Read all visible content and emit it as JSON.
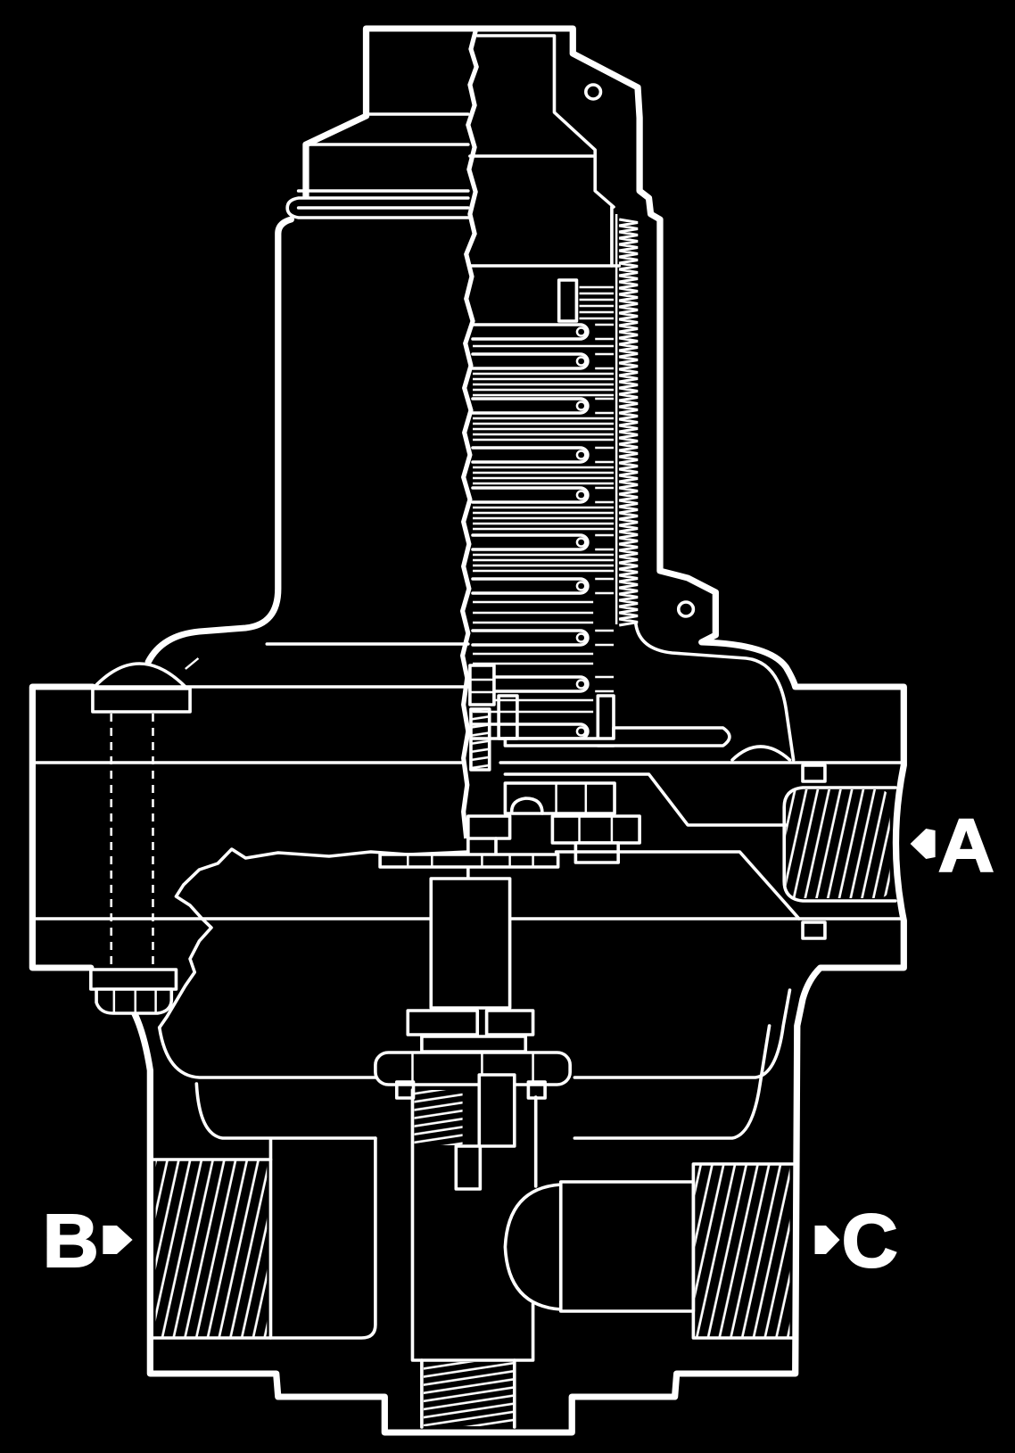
{
  "colors": {
    "background": "#000000",
    "line": "#ffffff"
  },
  "labels": {
    "port_a": "A",
    "port_b": "B",
    "port_c": "C"
  }
}
